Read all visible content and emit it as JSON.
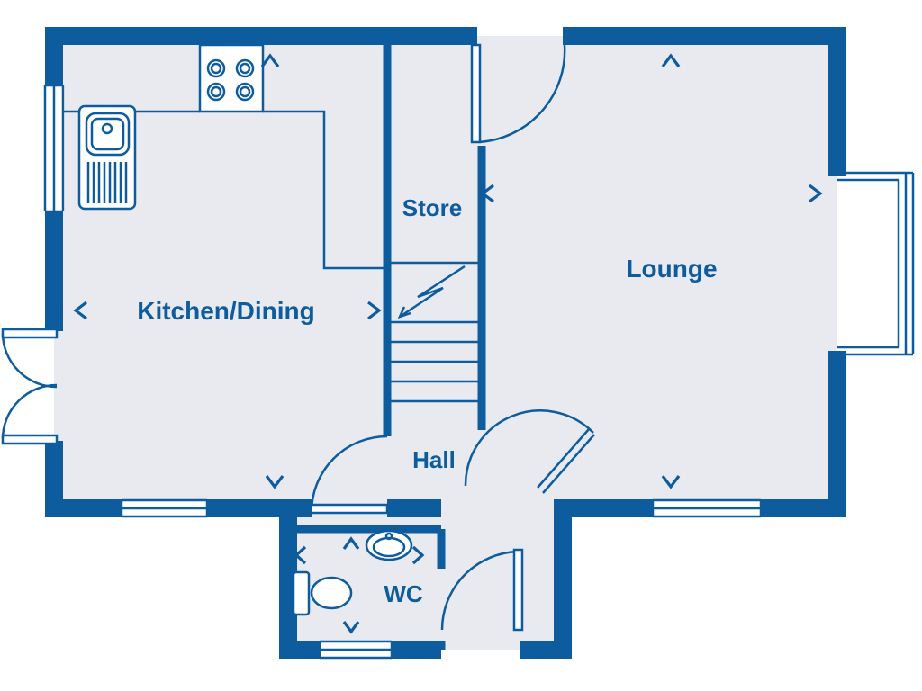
{
  "plan": {
    "type": "floor-plan",
    "rooms": {
      "kitchen_dining": {
        "label": "Kitchen/Dining"
      },
      "store": {
        "label": "Store"
      },
      "lounge": {
        "label": "Lounge"
      },
      "hall": {
        "label": "Hall"
      },
      "wc": {
        "label": "WC"
      }
    }
  },
  "colors": {
    "line": "#0d5c9e",
    "room_fill": "#e9e9f0",
    "background": "#ffffff"
  }
}
